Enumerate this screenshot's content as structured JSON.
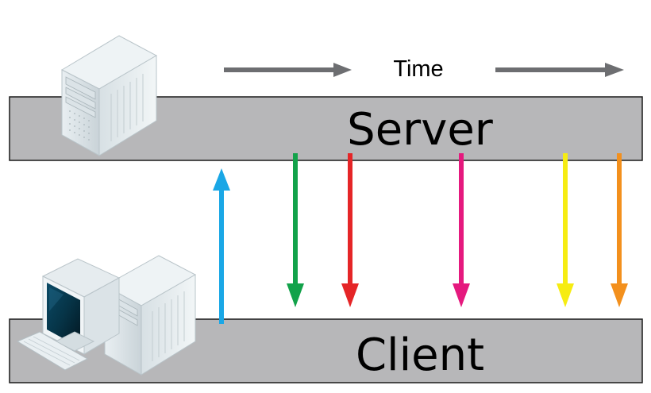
{
  "time_label": "Time",
  "server": {
    "label": "Server"
  },
  "client": {
    "label": "Client"
  },
  "colors": {
    "lane_fill": "#b7b7b9",
    "lane_stroke": "#1a1a1a",
    "time_arrow": "#6d6e71",
    "request_arrow": "#1aa7e6",
    "response_green": "#12a24a",
    "response_red": "#e52527",
    "response_magenta": "#e5197e",
    "response_yellow": "#f6ec12",
    "response_orange": "#f3901d"
  },
  "arrows": [
    {
      "name": "request-arrow-up",
      "direction": "up",
      "color_key": "request_arrow"
    },
    {
      "name": "response-arrow-green",
      "direction": "down",
      "color_key": "response_green"
    },
    {
      "name": "response-arrow-red",
      "direction": "down",
      "color_key": "response_red"
    },
    {
      "name": "response-arrow-magenta",
      "direction": "down",
      "color_key": "response_magenta"
    },
    {
      "name": "response-arrow-yellow",
      "direction": "down",
      "color_key": "response_yellow"
    },
    {
      "name": "response-arrow-orange",
      "direction": "down",
      "color_key": "response_orange"
    }
  ],
  "icons": [
    "server-tower-icon",
    "desktop-computer-icon"
  ]
}
